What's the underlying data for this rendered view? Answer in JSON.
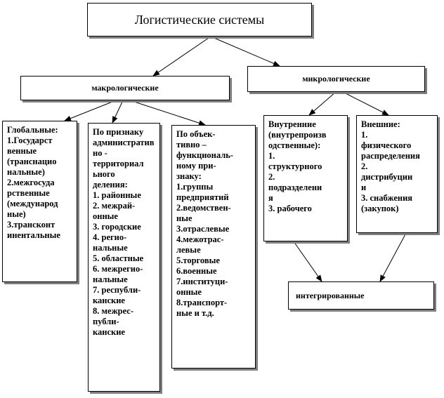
{
  "diagram": {
    "title": "Логистические системы",
    "macro": "макрологические",
    "micro": "микрологические",
    "integrated": "интегрированные",
    "global": {
      "lines": [
        "Глобальные:",
        "1.Государст",
        "венные",
        "(транснацио",
        "нальные)",
        "2.межгосуда",
        "рственные",
        "(международ",
        "ные)",
        "3.трансконт",
        "инентальные"
      ]
    },
    "administrative": {
      "lines": [
        "По признаку",
        "административ",
        "но -",
        "территориал",
        "ьного",
        "деления:",
        "1. районные",
        "2. межрай-",
        "онные",
        "3. городские",
        "4. регио-",
        "нальные",
        "5. областные",
        "6. межрегио-",
        "нальные",
        "7. республи-",
        "канские",
        "8. межрес-",
        "публи-",
        "канские"
      ]
    },
    "objective": {
      "lines": [
        "По объек-",
        "тивно –",
        "функциональ-",
        "ному при-",
        "знаку:",
        "1.группы",
        "предприятий",
        "2.ведомствен-",
        "ные",
        "3.отраслевые",
        "4.межотрас-",
        "левые",
        "5.торговые",
        "6.военные",
        "7.институци-",
        "онные",
        "8.транспорт-",
        "ные и т.д."
      ]
    },
    "internal": {
      "lines": [
        "Внутренние",
        "(внутрепроизв",
        "одственные):",
        "1.",
        "структурного",
        "2.",
        "подразделени",
        "я",
        "3. рабочего"
      ]
    },
    "external": {
      "lines": [
        "Внешние:",
        "1.",
        "физического",
        "распределения",
        "2.",
        "дистрибуции",
        "и",
        "3. снабжения",
        "(закупок)"
      ]
    }
  }
}
